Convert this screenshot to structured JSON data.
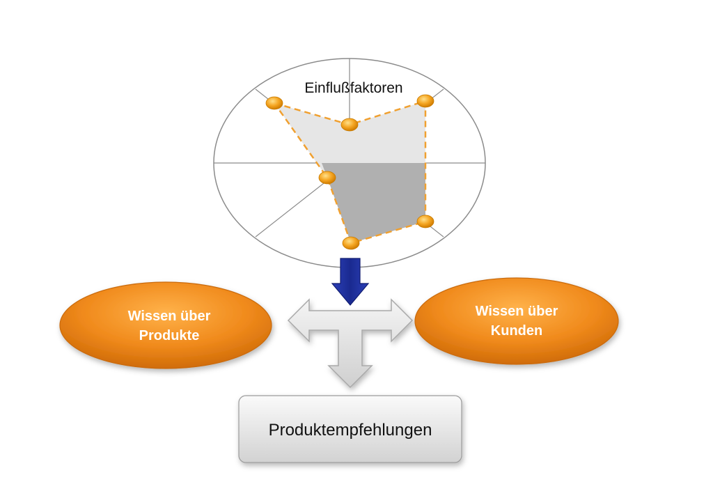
{
  "radar": {
    "title": "Einflußfaktoren"
  },
  "knowledge_products": {
    "line1": "Wissen über",
    "line2": "Produkte"
  },
  "knowledge_customers": {
    "line1": "Wissen über",
    "line2": "Kunden"
  },
  "result": {
    "label": "Produktempfehlungen"
  },
  "colors": {
    "orange": "#f08a1c",
    "orange_dark": "#c96a0a",
    "arrow_blue": "#1f2f9a",
    "arrow_gray": "#d9d9d9",
    "radar_fill_light": "#e8e8e8",
    "radar_fill_dark": "#b3b3b3",
    "dashed_outline": "#f0a030",
    "node": "#f5a623"
  }
}
